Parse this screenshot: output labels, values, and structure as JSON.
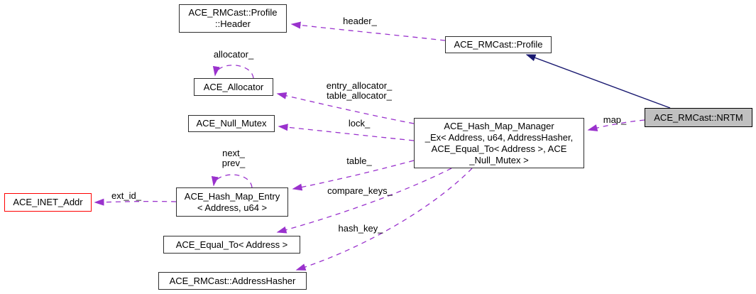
{
  "diagram": {
    "type": "collaboration-graph",
    "colors": {
      "dependency_edge": "#9a32cd",
      "inheritance_edge": "#191970",
      "node_border": "#2e2e2e",
      "node_background": "#ffffff",
      "highlight_node_background": "#c0c0c0",
      "truncated_node_border": "#ff0000",
      "text": "#000000"
    },
    "nodes": [
      {
        "id": "profile-header",
        "label": "ACE_RMCast::Profile\n::Header"
      },
      {
        "id": "profile",
        "label": "ACE_RMCast::Profile"
      },
      {
        "id": "allocator",
        "label": "ACE_Allocator"
      },
      {
        "id": "null-mutex",
        "label": "ACE_Null_Mutex"
      },
      {
        "id": "hash-map-manager",
        "label": "ACE_Hash_Map_Manager\n_Ex< Address, u64, AddressHasher,\nACE_Equal_To< Address >, ACE\n_Null_Mutex >"
      },
      {
        "id": "nrtm",
        "label": "ACE_RMCast::NRTM"
      },
      {
        "id": "hash-map-entry",
        "label": "ACE_Hash_Map_Entry\n< Address, u64 >"
      },
      {
        "id": "inet-addr",
        "label": "ACE_INET_Addr"
      },
      {
        "id": "equal-to",
        "label": "ACE_Equal_To< Address >"
      },
      {
        "id": "address-hasher",
        "label": "ACE_RMCast::AddressHasher"
      }
    ],
    "edge_labels": [
      {
        "id": "header",
        "text": "header_"
      },
      {
        "id": "allocator-self",
        "text": "allocator_"
      },
      {
        "id": "entry-table-allocator",
        "text": "entry_allocator_\ntable_allocator_"
      },
      {
        "id": "lock",
        "text": "lock_"
      },
      {
        "id": "map",
        "text": "map_"
      },
      {
        "id": "next-prev",
        "text": "next_\nprev_"
      },
      {
        "id": "ext-id",
        "text": "ext_id_"
      },
      {
        "id": "table",
        "text": "table_"
      },
      {
        "id": "compare-keys",
        "text": "compare_keys_"
      },
      {
        "id": "hash-key",
        "text": "hash_key_"
      }
    ]
  }
}
